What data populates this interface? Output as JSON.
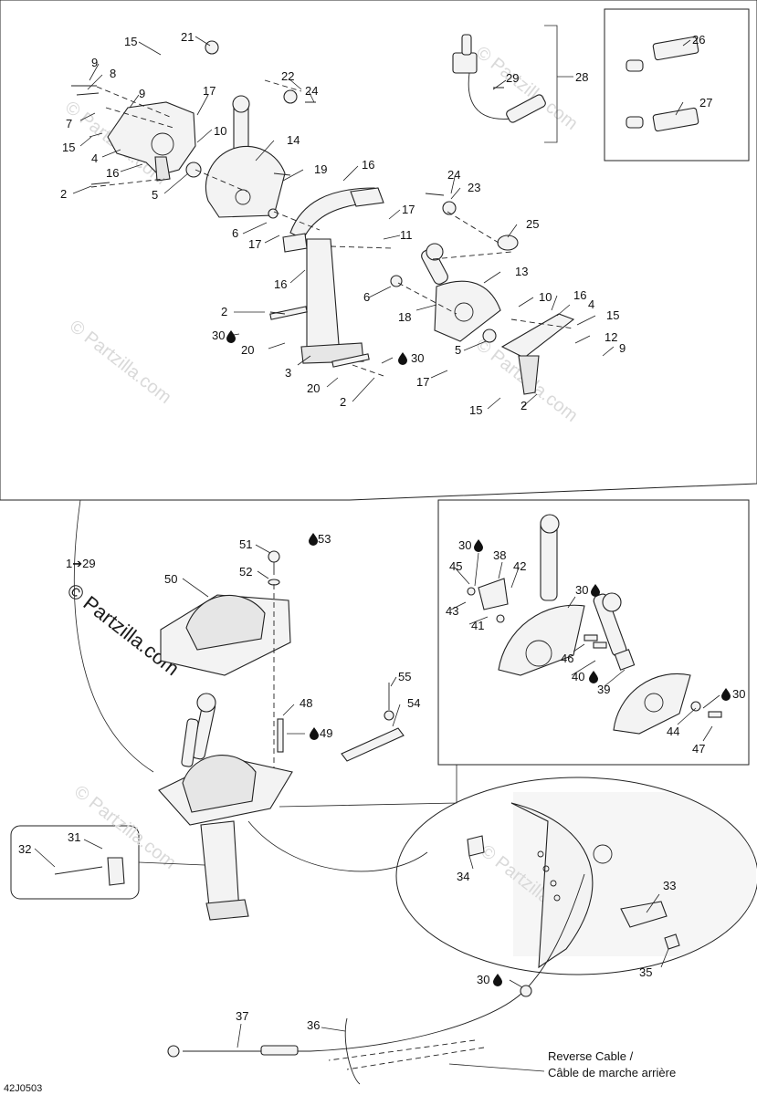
{
  "diagram_code": "42J0503",
  "watermark": "© Partzilla.com",
  "range_label": "1➔29",
  "reverse_cable": {
    "line1": "Reverse Cable /",
    "line2": "Câble de marche arrière"
  },
  "colors": {
    "ink": "#111111",
    "part_fill": "#f3f3f3",
    "watermark": "#d9d9d9"
  },
  "labels": [
    "15",
    "21",
    "9",
    "8",
    "9",
    "7",
    "15",
    "4",
    "16",
    "2",
    "17",
    "10",
    "22",
    "24",
    "14",
    "5",
    "19",
    "16",
    "6",
    "17",
    "17",
    "16",
    "11",
    "3",
    "2",
    "30",
    "20",
    "20",
    "2",
    "30",
    "17",
    "24",
    "23",
    "25",
    "13",
    "18",
    "6",
    "5",
    "10",
    "16",
    "4",
    "15",
    "12",
    "9",
    "15",
    "2",
    "28",
    "29",
    "26",
    "27",
    "51",
    "53",
    "52",
    "50",
    "55",
    "54",
    "48",
    "49",
    "30",
    "38",
    "45",
    "42",
    "43",
    "41",
    "30",
    "46",
    "40",
    "39",
    "30",
    "44",
    "47",
    "32",
    "31",
    "34",
    "33",
    "35",
    "30",
    "37",
    "36"
  ]
}
